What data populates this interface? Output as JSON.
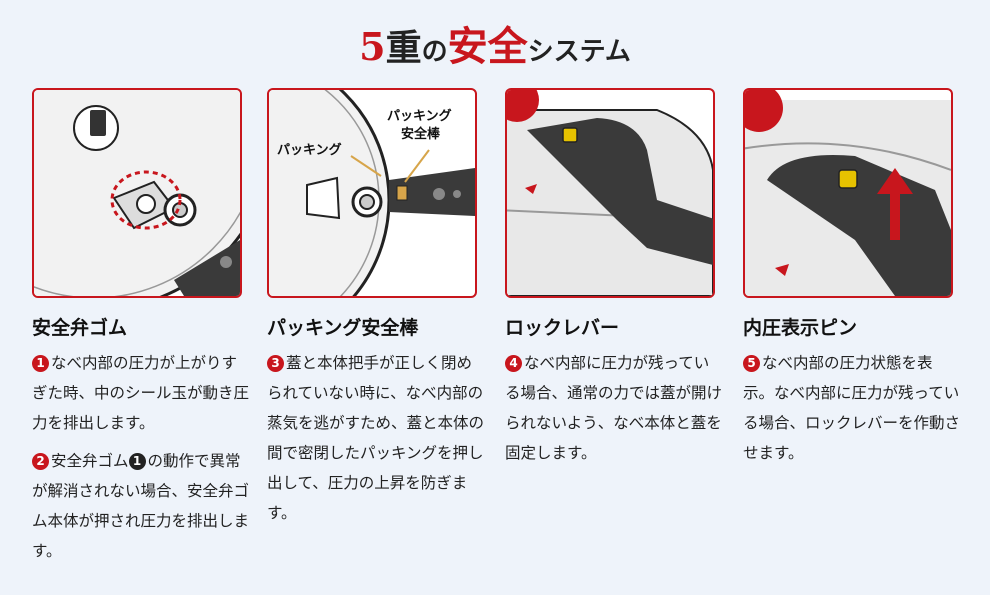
{
  "title": {
    "num": "5",
    "heavy": "重",
    "particle": "の",
    "highlight": "安全",
    "suffix": "システム"
  },
  "columns": [
    {
      "heading": "安全弁ゴム",
      "paragraphs": [
        {
          "badge": "1",
          "text": "なべ内部の圧力が上がりすぎた時、中のシール玉が動き圧力を排出します。"
        },
        {
          "badge": "2",
          "text": "安全弁ゴム",
          "badge2": "1",
          "text2": "の動作で異常が解消されない場合、安全弁ゴム本体が押され圧力を排出します。"
        }
      ]
    },
    {
      "heading": "パッキング安全棒",
      "callouts": {
        "packing": "パッキング",
        "rod_line1": "パッキング",
        "rod_line2": "安全棒"
      },
      "paragraphs": [
        {
          "badge": "3",
          "text": "蓋と本体把手が正しく閉められていない時に、なべ内部の蒸気を逃がすため、蓋と本体の間で密閉したパッキングを押し出して、圧力の上昇を防ぎます。"
        }
      ]
    },
    {
      "heading": "ロックレバー",
      "paragraphs": [
        {
          "badge": "4",
          "text": "なべ内部に圧力が残っている場合、通常の力では蓋が開けられないよう、なべ本体と蓋を固定します。"
        }
      ]
    },
    {
      "heading": "内圧表示ピン",
      "paragraphs": [
        {
          "badge": "5",
          "text": "なべ内部の圧力状態を表示。なべ内部に圧力が残っている場合、ロックレバーを作動させます。"
        }
      ]
    }
  ],
  "colors": {
    "accent": "#c8161d",
    "background": "#eef3fa"
  }
}
